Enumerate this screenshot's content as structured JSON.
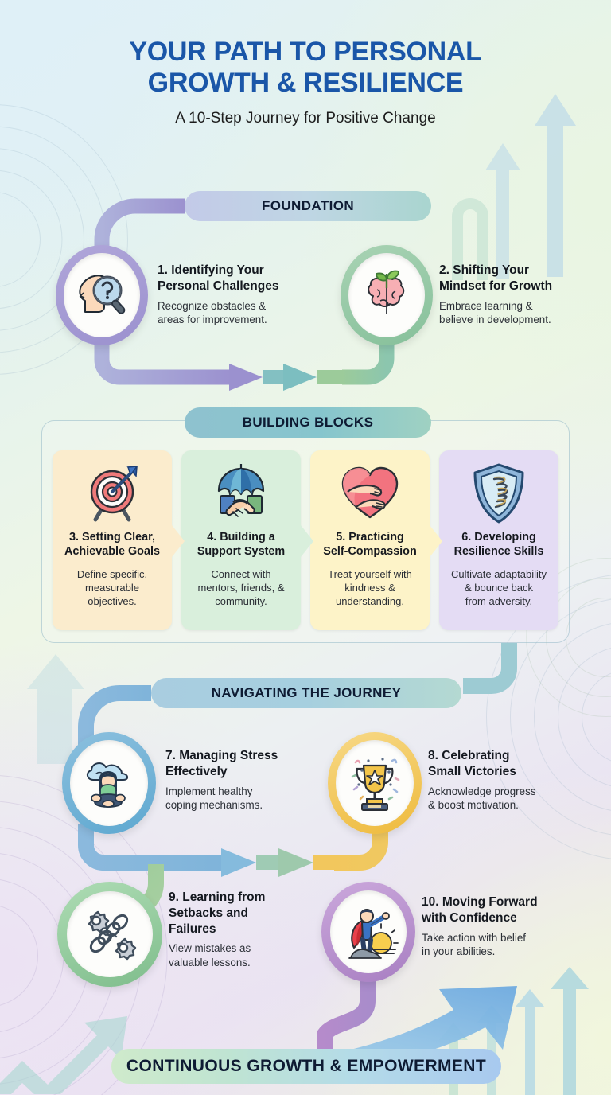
{
  "header": {
    "title_line1": "YOUR PATH TO PERSONAL",
    "title_line2": "GROWTH & RESILIENCE",
    "subtitle": "A 10-Step Journey for Positive Change",
    "title_color": "#1a56a8"
  },
  "sections": {
    "foundation": "FOUNDATION",
    "building_blocks": "BUILDING BLOCKS",
    "navigating": "NAVIGATING THE JOURNEY",
    "footer": "CONTINUOUS GROWTH & EMPOWERMENT"
  },
  "steps": [
    {
      "number": "1.",
      "title_line1": "1. Identifying Your",
      "title_line2": "Personal Challenges",
      "desc_line1": "Recognize obstacles &",
      "desc_line2": "areas for improvement.",
      "icon": "head-magnifier-question-icon",
      "ring_color": "#9e93cc"
    },
    {
      "number": "2.",
      "title_line1": "2. Shifting Your",
      "title_line2": "Mindset for Growth",
      "desc_line1": "Embrace learning &",
      "desc_line2": "believe in development.",
      "icon": "brain-sprout-icon",
      "ring_color": "#86c09a"
    },
    {
      "number": "3.",
      "title_line1": "3. Setting Clear,",
      "title_line2": "Achievable Goals",
      "desc_line1": "Define specific,",
      "desc_line2": "measurable",
      "desc_line3": "objectives.",
      "icon": "target-arrow-icon",
      "card_color": "#fbeccd"
    },
    {
      "number": "4.",
      "title_line1": "4. Building a",
      "title_line2": "Support System",
      "desc_line1": "Connect with",
      "desc_line2": "mentors, friends, &",
      "desc_line3": "community.",
      "icon": "umbrella-handshake-icon",
      "card_color": "#d9efdc"
    },
    {
      "number": "5.",
      "title_line1": "5. Practicing",
      "title_line2": "Self-Compassion",
      "desc_line1": "Treat yourself with",
      "desc_line2": "kindness &",
      "desc_line3": "understanding.",
      "icon": "heart-hug-icon",
      "card_color": "#fdf3c8"
    },
    {
      "number": "6.",
      "title_line1": "6. Developing",
      "title_line2": "Resilience Skills",
      "desc_line1": "Cultivate adaptability",
      "desc_line2": "& bounce back",
      "desc_line3": "from adversity.",
      "icon": "shield-spring-icon",
      "card_color": "#e4dcf4"
    },
    {
      "number": "7.",
      "title_line1": "7. Managing Stress",
      "title_line2": "Effectively",
      "desc_line1": "Implement healthy",
      "desc_line2": "coping mechanisms.",
      "icon": "meditation-cloud-icon",
      "ring_color": "#6aafd4"
    },
    {
      "number": "8.",
      "title_line1": "8. Celebrating",
      "title_line2": "Small Victories",
      "desc_line1": "Acknowledge progress",
      "desc_line2": "& boost motivation.",
      "icon": "trophy-confetti-icon",
      "ring_color": "#f0c34f"
    },
    {
      "number": "9.",
      "title_line1": "9. Learning from",
      "title_line2": "Setbacks and",
      "title_line3": "Failures",
      "desc_line1": "View mistakes as",
      "desc_line2": "valuable lessons.",
      "icon": "broken-chain-gears-icon",
      "ring_color": "#8fc79b"
    },
    {
      "number": "10.",
      "title_line1": "10. Moving Forward",
      "title_line2": "with Confidence",
      "desc_line1": "Take action with belief",
      "desc_line2": "in your abilities.",
      "icon": "superhero-sunrise-icon",
      "ring_color": "#b48ac8"
    }
  ],
  "palette": {
    "connector_purple": "#9b91cf",
    "connector_teal": "#74bcbb",
    "connector_green": "#9ccb9a",
    "connector_blue": "#7fb4da",
    "connector_gold": "#f2c75d",
    "connector_violet": "#b58bcb",
    "bg_arrow": "#bcd9e8"
  }
}
